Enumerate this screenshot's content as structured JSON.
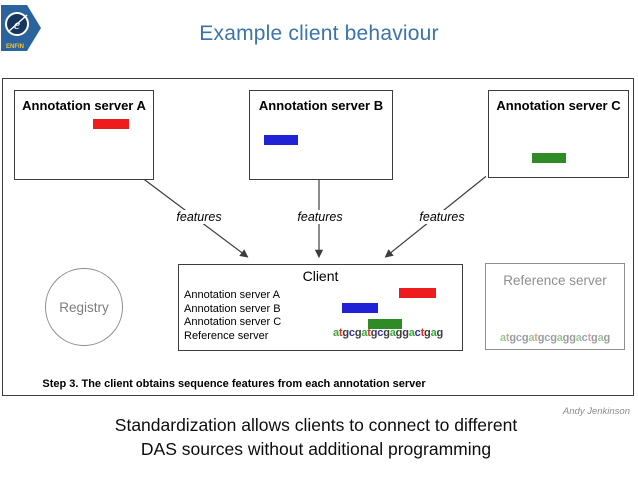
{
  "slide": {
    "title": "Example client behaviour",
    "title_color": "#3a73ad",
    "credit": "Andy Jenkinson",
    "caption_line1": "Standardization allows clients to connect to different",
    "caption_line2": "DAS sources without additional programming",
    "logo": {
      "text": "ENFIN",
      "glyph": "e",
      "shape_color": "#2b649c",
      "text_color": "#f5c62e"
    }
  },
  "diagram": {
    "servers": [
      {
        "label": "Annotation server A",
        "color": "#ee1c1c"
      },
      {
        "label": "Annotation server B",
        "color": "#2121d5"
      },
      {
        "label": "Annotation server C",
        "color": "#2e8b26"
      }
    ],
    "feature_labels": [
      "features",
      "features",
      "features"
    ],
    "client": {
      "title": "Client",
      "rows": [
        "Annotation server A",
        "Annotation server B",
        "Annotation server C",
        "Reference server"
      ]
    },
    "registry_label": "Registry",
    "reference_label": "Reference server",
    "sequence": "atgcgatgcgaggactgag",
    "step_caption": "Step 3. The client obtains sequence features from each annotation server",
    "colors": {
      "bright": {
        "a": "#3aa83c",
        "t": "#e03024",
        "g": "#3c3c3b",
        "c": "#3131a0"
      },
      "faded": {
        "a": "#9cc497",
        "t": "#dda398",
        "g": "#9b9b9b",
        "c": "#9aa1c9"
      }
    }
  }
}
